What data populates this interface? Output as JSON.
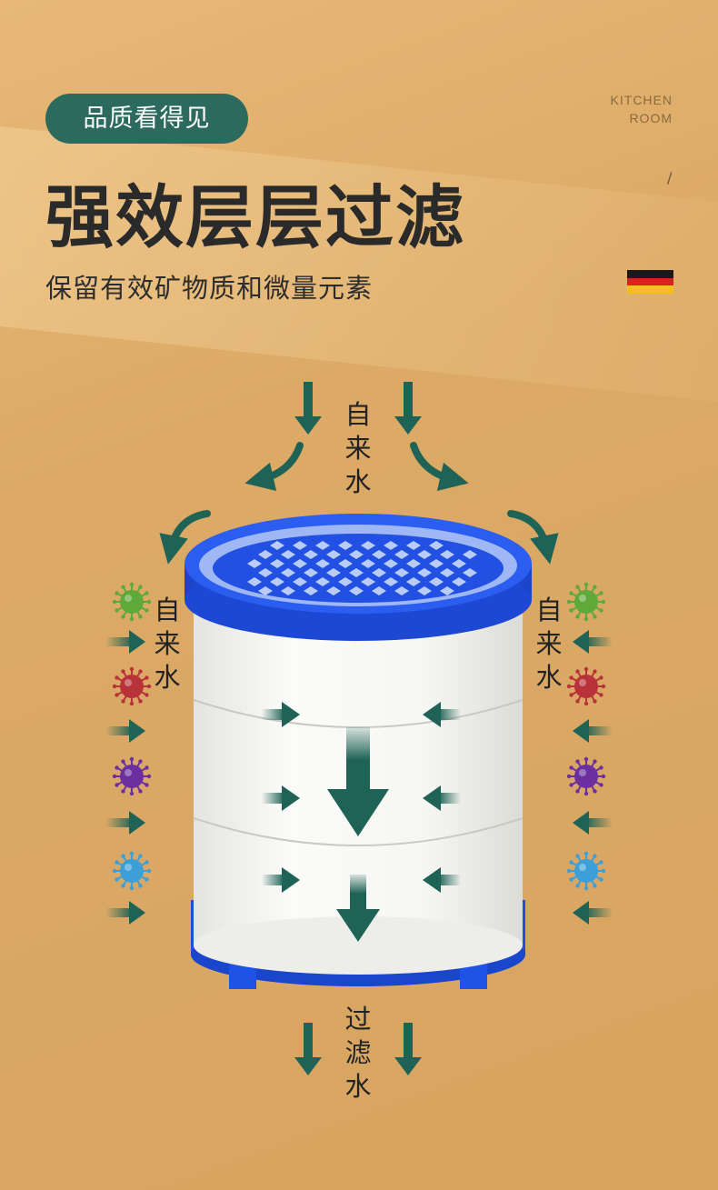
{
  "header": {
    "badge": "品质看得见",
    "title": "强效层层过滤",
    "subtitle": "保留有效矿物质和微量元素",
    "brand_line1": "KITCHEN",
    "brand_line2": "ROOM",
    "slash": "/"
  },
  "flag": {
    "colors": [
      "#1a1a1a",
      "#d8231c",
      "#f2c01c"
    ]
  },
  "labels": {
    "top": "自来水",
    "left": "自来水",
    "right": "自来水",
    "bottom": "过滤水"
  },
  "colors": {
    "accent": "#2b6a5c",
    "arrow": "#1f6356",
    "filter_cap": "#1e4fe0",
    "filter_body": "#f3f3f0"
  },
  "icons": [
    "virus-green-icon",
    "virus-red-icon",
    "virus-purple-icon",
    "virus-blue-icon"
  ]
}
